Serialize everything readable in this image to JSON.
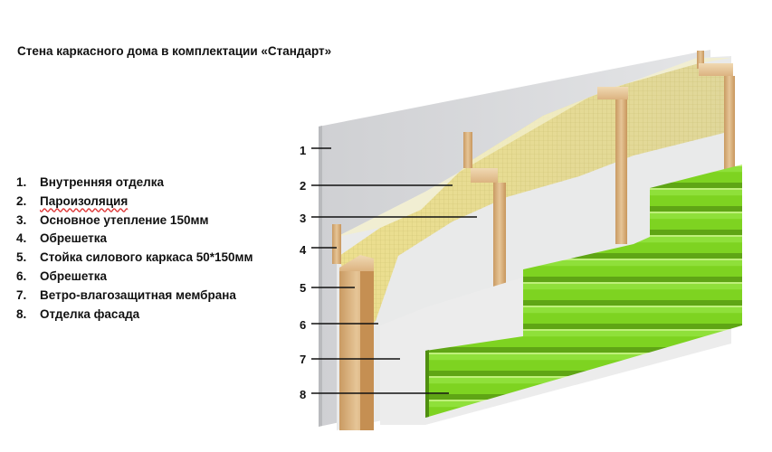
{
  "title": "Стена каркасного дома в комплектации «Стандарт»",
  "legend": [
    {
      "num": "1.",
      "label": "Внутренняя отделка"
    },
    {
      "num": "2.",
      "label": "Пароизоляция"
    },
    {
      "num": "3.",
      "label": "Основное утепление 150мм"
    },
    {
      "num": "4.",
      "label": "Обрешетка"
    },
    {
      "num": "5.",
      "label": "Стойка силового каркаса 50*150мм"
    },
    {
      "num": "6.",
      "label": "Обрешетка"
    },
    {
      "num": "7.",
      "label": "Ветро-влагозащитная мембрана"
    },
    {
      "num": "8.",
      "label": "Отделка фасада"
    }
  ],
  "callouts": [
    "1",
    "2",
    "3",
    "4",
    "5",
    "6",
    "7",
    "8"
  ],
  "colors": {
    "drywall": "#d9dadc",
    "membrane": "#ececec",
    "insulation": "#e5df9e",
    "timber": "#deb887",
    "siding": "#7ed321"
  }
}
